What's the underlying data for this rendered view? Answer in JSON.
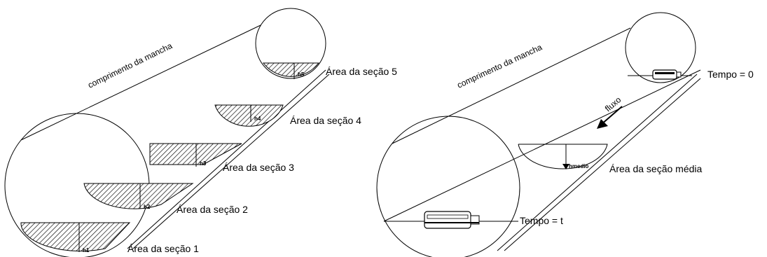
{
  "left_panel": {
    "length_label": "comprimento da mancha",
    "sections": [
      {
        "label": "Área da seção 1",
        "depth_label": "h1"
      },
      {
        "label": "Área da seção 2",
        "depth_label": "h2"
      },
      {
        "label": "Área da seção 3",
        "depth_label": "h3"
      },
      {
        "label": "Área da seção 4",
        "depth_label": "h4"
      },
      {
        "label": "Área da seção 5",
        "depth_label": "h5"
      }
    ]
  },
  "right_panel": {
    "length_label": "comprimento da mancha",
    "flow_label": "fluxo",
    "mean_section_label": "Área da seção média",
    "mean_depth_label": "hmedio",
    "time_start_label": "Tempo = 0",
    "time_end_label": "Tempo = t"
  }
}
